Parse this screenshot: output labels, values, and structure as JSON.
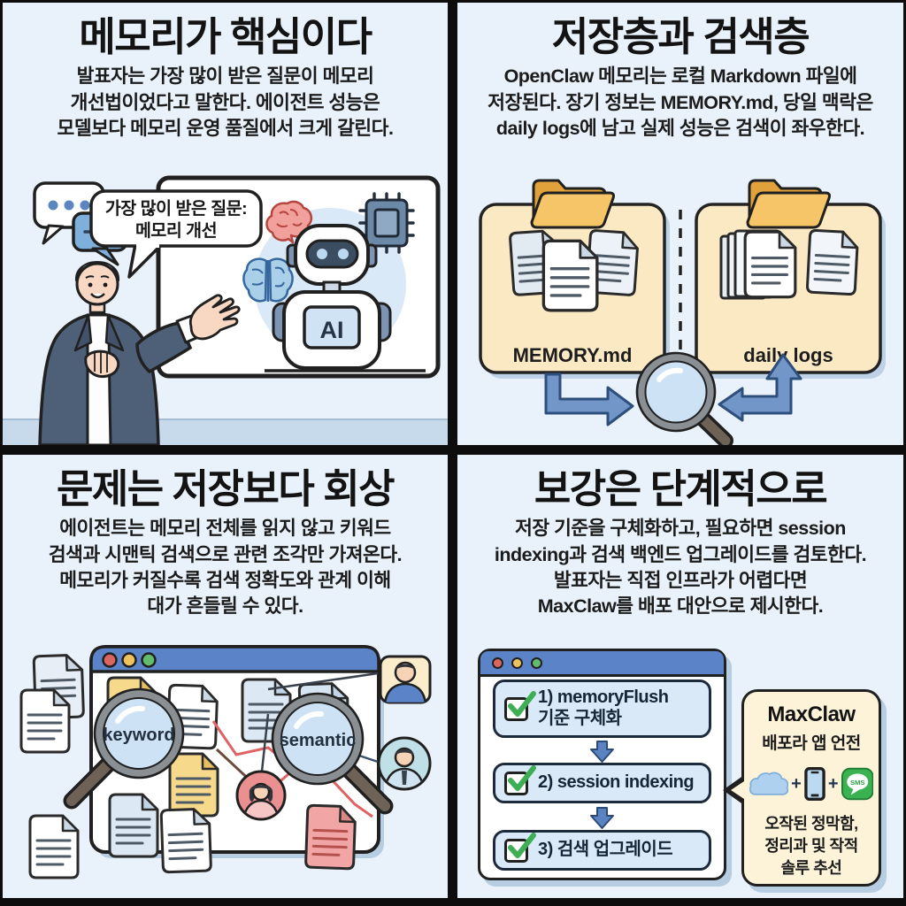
{
  "panels": {
    "memory_core": {
      "title": "메모리가 핵심이다",
      "body": "발표자는 가장 많이 받은 질문이 메모리\n개선법이었다고 말한다. 에이전트 성능은\n모델보다 메모리 운영 품질에서 크게 갈린다.",
      "speech_bubble": {
        "line1": "가장 많이 받은 질문:",
        "line2": "메모리 개선"
      },
      "robot_label": "AI"
    },
    "storage_search": {
      "title": "저장층과 검색층",
      "body": "OpenClaw 메모리는 로컬 Markdown 파일에\n저장된다. 장기 정보는 MEMORY.md, 당일 맥락은\ndaily logs에 남고 실제 성능은 검색이 좌우한다.",
      "left_card_label": "MEMORY.md",
      "right_card_label": "daily logs"
    },
    "recall_problem": {
      "title": "문제는 저장보다 회상",
      "body": "에이전트는 메모리 전체를 읽지 않고 키워드\n검색과 시맨틱 검색으로 관련 조각만 가져온다.\n메모리가 커질수록 검색 정확도와 관계 이해\n대가 흔들릴 수 있다.",
      "magnifier_left_label": "keyword",
      "magnifier_right_label": "semantic"
    },
    "stepwise": {
      "title": "보강은 단계적으로",
      "body": "저장 기준을 구체화하고, 필요하면 session\nindexing과 검색 백엔드 업그레이드를 검토한다.\n발표자는 직접 인프라가 어렵다면\nMaxClaw를 배포 대안으로 제시한다.",
      "checklist": [
        {
          "label": "1) memoryFlush\n기준 구체화"
        },
        {
          "label": "2) session indexing"
        },
        {
          "label": "3) 검색 업그레이드"
        }
      ],
      "bubble": {
        "title": "MaxClaw",
        "subtitle": "배포라 앱 언전",
        "plus": "+",
        "sms_label": "SMS",
        "caption": "오작된 정막함,\n정리과 및 작적\n솔루 추선"
      }
    }
  },
  "icons": [
    "chat-bubbles-icon",
    "speech-bubble",
    "pink-brain-icon",
    "blue-brain-icon",
    "chip-icon",
    "robot-icon",
    "presenter-illustration",
    "whiteboard",
    "folder-icon",
    "document-icon",
    "dashed-divider",
    "elbow-arrow-icon",
    "magnifier-icon",
    "browser-window",
    "traffic-light-dots",
    "avatar",
    "checkbox-checked-icon",
    "down-arrow-icon",
    "cloud-icon",
    "smartphone-icon",
    "sms-app-icon"
  ],
  "colors": {
    "panel_bg": "#e9f1fa",
    "divider": "#0d0d0d",
    "card_cream": "#fbe9c4",
    "bubble_cream": "#fdf3d8",
    "titlebar_blue": "#5b84c8",
    "row_blue": "#d9e9f7",
    "arrow_blue": "#7296c8",
    "check_green": "#3dae54",
    "folder_gold": "#f5c568",
    "doc_pink": "#f2a5a5",
    "doc_yellow": "#f7d98c",
    "doc_blue": "#dce8f3"
  }
}
